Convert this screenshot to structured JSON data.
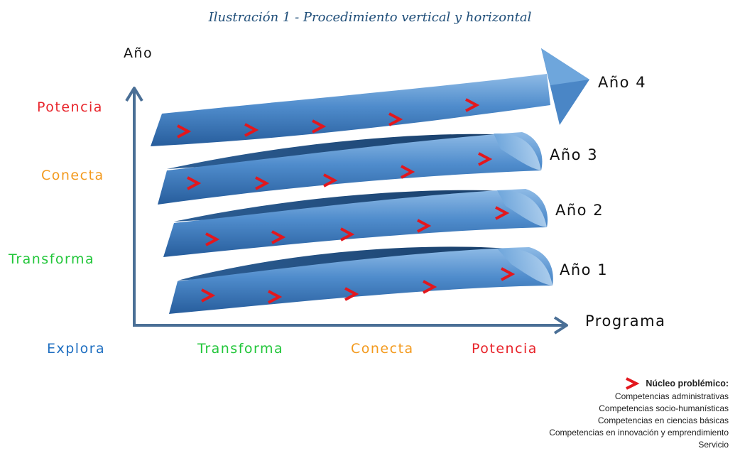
{
  "caption": "Ilustración 1 - Procedimiento vertical y horizontal",
  "axis_labels": {
    "y": "Año",
    "x": "Programa"
  },
  "stages_y": [
    {
      "label": "Potencia",
      "color": "#e8232a"
    },
    {
      "label": "Conecta",
      "color": "#f39a1e"
    },
    {
      "label": "Transforma",
      "color": "#22c63a"
    },
    {
      "label": "Explora",
      "color": "#1f6fc1"
    }
  ],
  "stages_x": [
    {
      "label": "Transforma",
      "color": "#22c63a"
    },
    {
      "label": "Conecta",
      "color": "#f39a1e"
    },
    {
      "label": "Potencia",
      "color": "#e8232a"
    }
  ],
  "years": [
    {
      "label": "Año 4"
    },
    {
      "label": "Año 3"
    },
    {
      "label": "Año 2"
    },
    {
      "label": "Año 1"
    }
  ],
  "legend": {
    "title": "Núcleo problémico:",
    "items": [
      "Competencias administrativas",
      "Competencias socio-humanísticas",
      "Competencias en ciencias básicas",
      "Competencias en innovación y emprendimiento",
      "Servicio"
    ]
  },
  "colors": {
    "ribbon": "#4a86c6",
    "axis": "#4a6f96",
    "marker": "#e3171d"
  }
}
